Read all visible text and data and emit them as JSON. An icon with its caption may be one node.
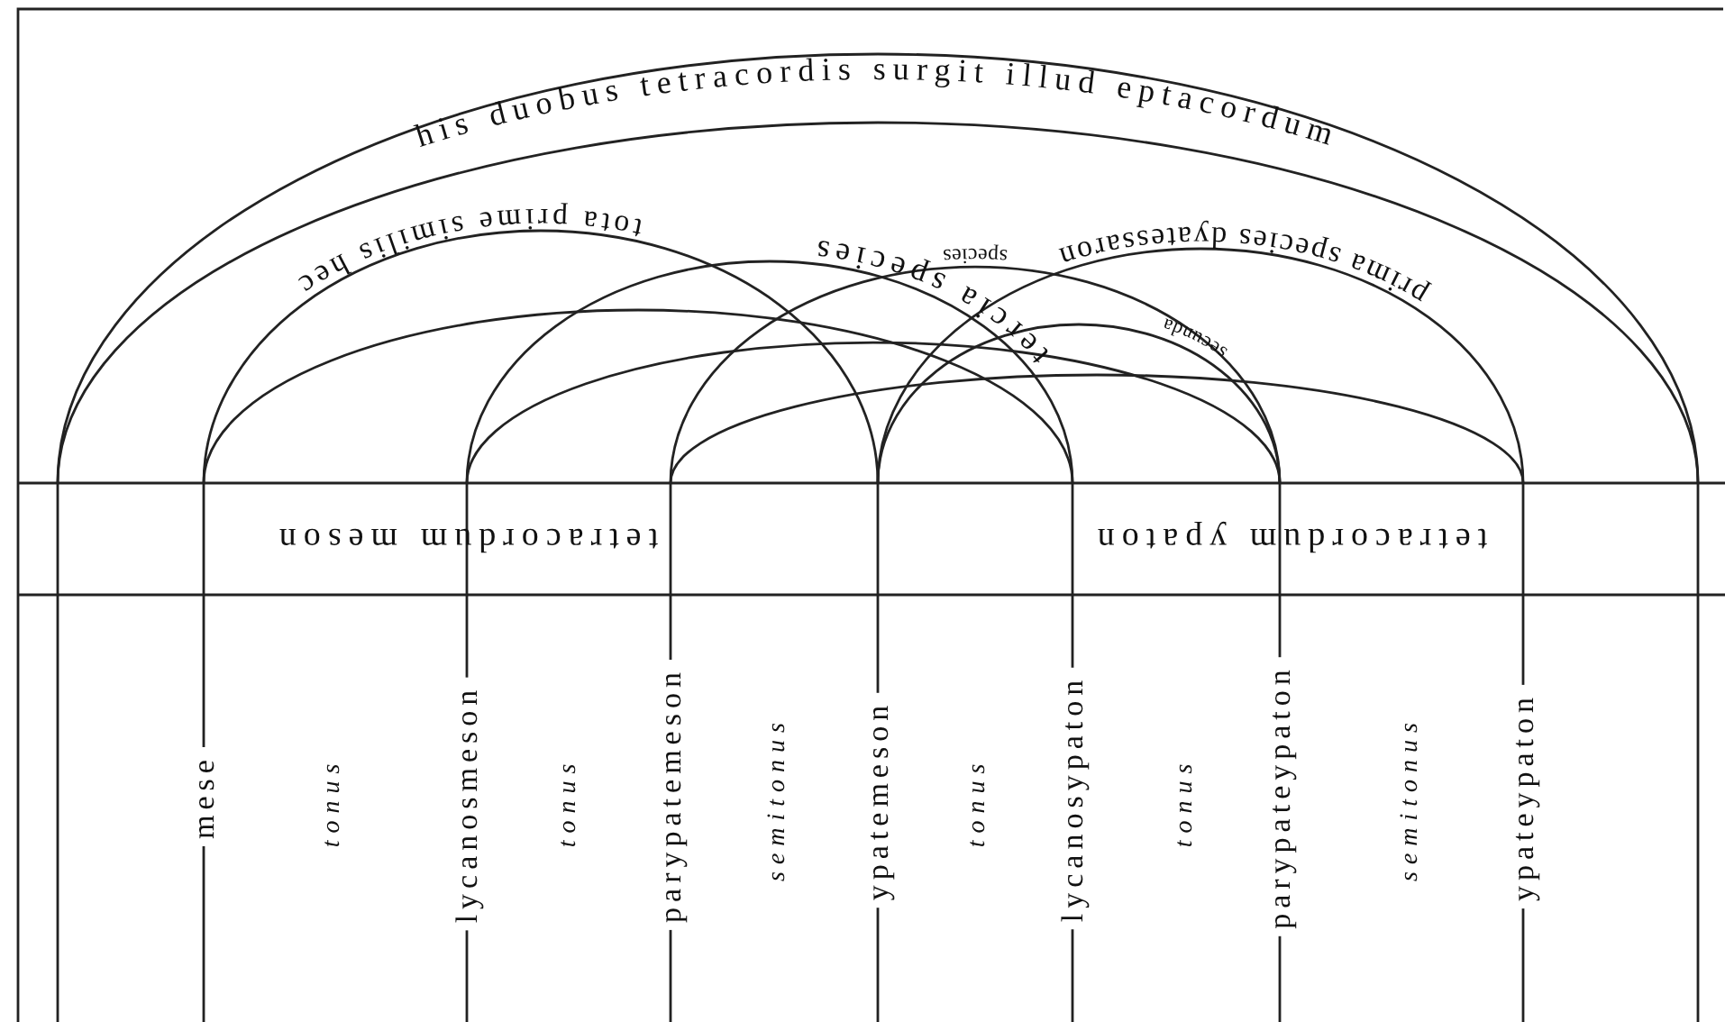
{
  "diagram": {
    "labels": [
      "his duobus tetracordis surgit illud eptacordum",
      "tota prime similis hec",
      "tercia species",
      "species",
      "secunda",
      "prima species dyatessaron",
      "tetracordum meson",
      "tetracordum ypaton",
      "mese",
      "tonus",
      "lycanosmeson",
      "tonus",
      "parypatemeson",
      "semitonus",
      "ypatemeson",
      "tonus",
      "lycanosypaton",
      "tonus",
      "parypateypaton",
      "semitonus",
      "ypateypaton"
    ]
  }
}
